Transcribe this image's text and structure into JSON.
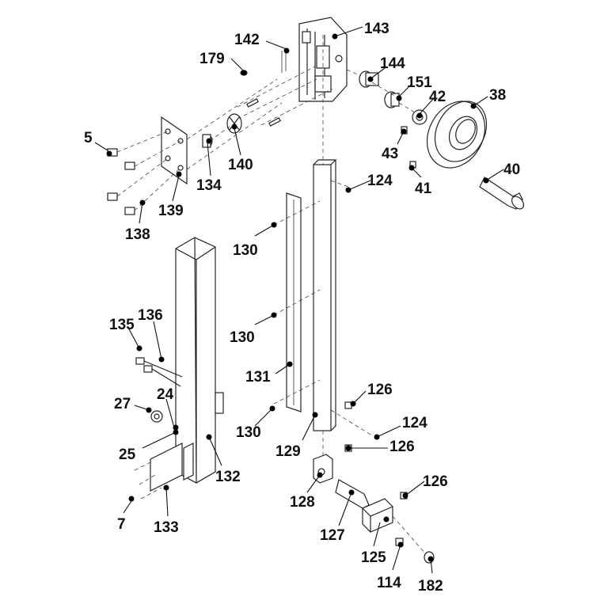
{
  "diagram": {
    "callouts": [
      {
        "id": "c143",
        "text": "143"
      },
      {
        "id": "c142",
        "text": "142"
      },
      {
        "id": "c179",
        "text": "179"
      },
      {
        "id": "c144",
        "text": "144"
      },
      {
        "id": "c151",
        "text": "151"
      },
      {
        "id": "c42",
        "text": "42"
      },
      {
        "id": "c38",
        "text": "38"
      },
      {
        "id": "c5",
        "text": "5"
      },
      {
        "id": "c140",
        "text": "140"
      },
      {
        "id": "c134",
        "text": "134"
      },
      {
        "id": "c139",
        "text": "139"
      },
      {
        "id": "c138",
        "text": "138"
      },
      {
        "id": "c43",
        "text": "43"
      },
      {
        "id": "c41",
        "text": "41"
      },
      {
        "id": "c40",
        "text": "40"
      },
      {
        "id": "c124a",
        "text": "124"
      },
      {
        "id": "c130a",
        "text": "130"
      },
      {
        "id": "c130b",
        "text": "130"
      },
      {
        "id": "c135",
        "text": "135"
      },
      {
        "id": "c136",
        "text": "136"
      },
      {
        "id": "c131",
        "text": "131"
      },
      {
        "id": "c126a",
        "text": "126"
      },
      {
        "id": "c27",
        "text": "27"
      },
      {
        "id": "c24",
        "text": "24"
      },
      {
        "id": "c130c",
        "text": "130"
      },
      {
        "id": "c124b",
        "text": "124"
      },
      {
        "id": "c25",
        "text": "25"
      },
      {
        "id": "c129",
        "text": "129"
      },
      {
        "id": "c126b",
        "text": "126"
      },
      {
        "id": "c132",
        "text": "132"
      },
      {
        "id": "c128",
        "text": "128"
      },
      {
        "id": "c126c",
        "text": "126"
      },
      {
        "id": "c7",
        "text": "7"
      },
      {
        "id": "c133",
        "text": "133"
      },
      {
        "id": "c127",
        "text": "127"
      },
      {
        "id": "c125",
        "text": "125"
      },
      {
        "id": "c114",
        "text": "114"
      },
      {
        "id": "c182",
        "text": "182"
      }
    ]
  }
}
